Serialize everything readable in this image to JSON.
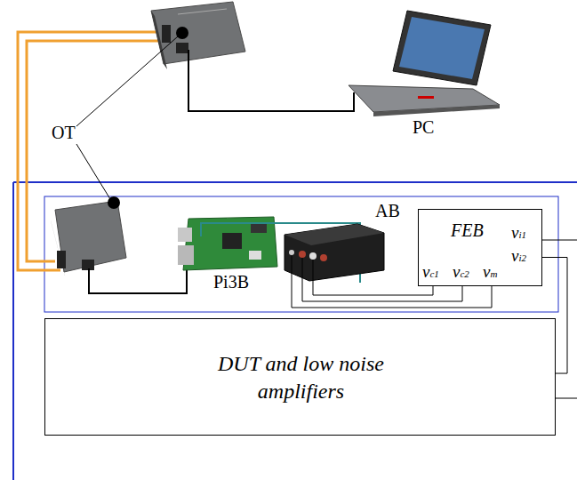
{
  "diagram": {
    "nodes": [
      {
        "text": [
          "FEB",
          "vi1",
          "vi2",
          "vc1",
          "vc2",
          "vm"
        ]
      },
      {
        "text": [
          "DUT and low noise amplifiers"
        ]
      }
    ],
    "edges": [
      {
        "from": 0,
        "to": 1,
        "arrow": "none"
      }
    ],
    "labels": [
      "OT",
      "PC",
      "AB",
      "Pi3B"
    ]
  }
}
